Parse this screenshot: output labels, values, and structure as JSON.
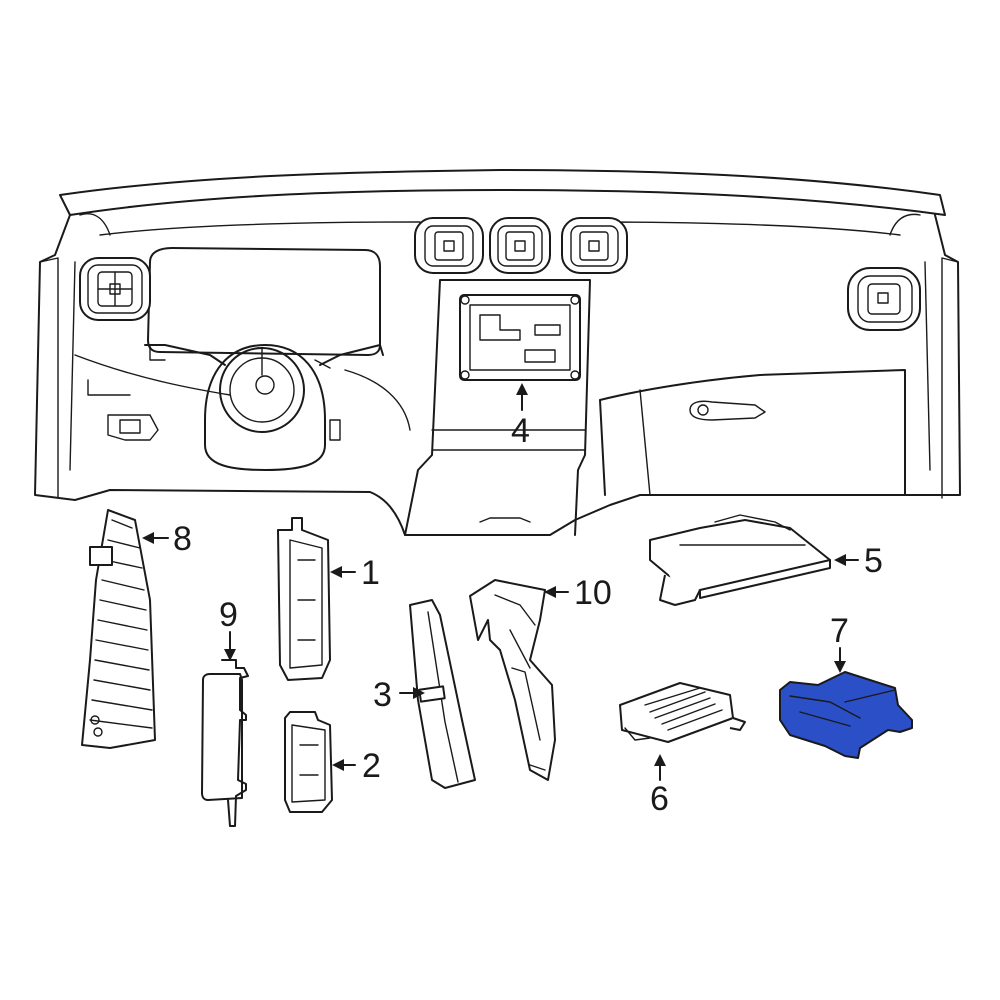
{
  "colors": {
    "highlight": "#2b4fc7",
    "line": "#1a1a1a",
    "background": "#ffffff"
  },
  "callouts": {
    "c1": "1",
    "c2": "2",
    "c3": "3",
    "c4": "4",
    "c5": "5",
    "c6": "6",
    "c7": "7",
    "c8": "8",
    "c9": "9",
    "c10": "10"
  }
}
